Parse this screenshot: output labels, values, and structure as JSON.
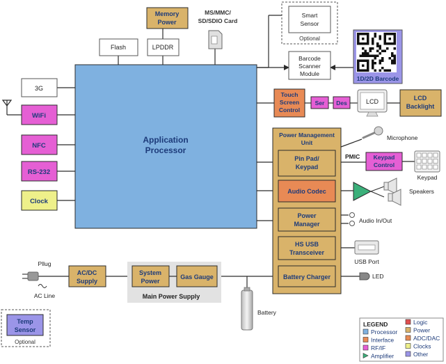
{
  "colors": {
    "processor": "#7fb1e0",
    "interface": "#e88a55",
    "rfif": "#e55fd4",
    "amplifier": "#3bb07a",
    "logic": "#e05050",
    "power": "#d9b36a",
    "clocks": "#eef08a",
    "other": "#9b95e8",
    "plain": "#ffffff",
    "line": "#2b2b2b",
    "text_blue": "#1d3b7a"
  },
  "blocks": {
    "app_processor": {
      "line1": "Application",
      "line2": "Processor"
    },
    "memory_power": {
      "line1": "Memory",
      "line2": "Power"
    },
    "flash": "Flash",
    "lpddr": "LPDDR",
    "card": {
      "line1": "MS/MMC/",
      "line2": "SD/SDIO Card"
    },
    "smart_sensor": {
      "line1": "Smart",
      "line2": "Sensor",
      "optional": "Optional"
    },
    "barcode_image_label": "1D/2D Barcode",
    "barcode_module": {
      "line1": "Barcode",
      "line2": "Scanner",
      "line3": "Module"
    },
    "g3": "3G",
    "wifi": "WiFi",
    "nfc": "NFC",
    "rs232": "RS-232",
    "clock": "Clock",
    "touch": {
      "line1": "Touch",
      "line2": "Screen",
      "line3": "Control"
    },
    "ser": "Ser",
    "des": "Des",
    "lcd": "LCD",
    "lcd_backlight": {
      "line1": "LCD",
      "line2": "Backlight"
    },
    "pmu": {
      "line1": "Power Management",
      "line2": "Unit"
    },
    "microphone": "Microphone",
    "pin_pad": {
      "line1": "Pin Pad/",
      "line2": "Keypad"
    },
    "pmic": "PMIC",
    "keypad_control": {
      "line1": "Keypad",
      "line2": "Control"
    },
    "keypad": "Keypad",
    "audio_codec": "Audio Codec",
    "speakers": "Speakers",
    "power_manager": {
      "line1": "Power",
      "line2": "Manager"
    },
    "audio_io": "Audio In/Out",
    "hs_usb": {
      "line1": "HS USB",
      "line2": "Transceiver"
    },
    "usb_port": "USB Port",
    "battery_charger": "Battery Charger",
    "led": "LED",
    "plug": "Pllug",
    "ac_line": "AC Line",
    "acdc": {
      "line1": "AC/DC",
      "line2": "Supply"
    },
    "system_power": {
      "line1": "System",
      "line2": "Power"
    },
    "gas_gauge": "Gas Gauge",
    "main_power_supply": "Main Power Supply",
    "battery": "Battery",
    "temp_sensor": {
      "line1": "Temp",
      "line2": "Sensor",
      "optional": "Optional"
    }
  },
  "legend": {
    "title": "LEGEND",
    "items": [
      {
        "label": "Processor",
        "color": "#7fb1e0",
        "shape": "square"
      },
      {
        "label": "Interface",
        "color": "#e88a55",
        "shape": "square"
      },
      {
        "label": "RF/IF",
        "color": "#e55fd4",
        "shape": "square"
      },
      {
        "label": "Amplifier",
        "color": "#3bb07a",
        "shape": "triangle"
      },
      {
        "label": "Logic",
        "color": "#e05050",
        "shape": "square"
      },
      {
        "label": "Power",
        "color": "#d9b36a",
        "shape": "square"
      },
      {
        "label": "ADC/DAC",
        "color": "#e88a55",
        "shape": "square"
      },
      {
        "label": "Clocks",
        "color": "#eef08a",
        "shape": "square"
      },
      {
        "label": "Other",
        "color": "#9b95e8",
        "shape": "square"
      }
    ]
  }
}
